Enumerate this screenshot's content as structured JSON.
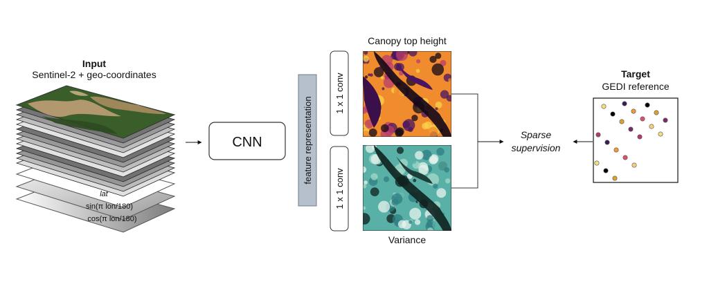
{
  "input": {
    "title": "Input",
    "subtitle": "Sentinel-2 + geo-coordinates",
    "layer_labels": [
      "lat",
      "sin(π lon/180)",
      "cos(π lon/180)"
    ]
  },
  "cnn": {
    "label": "CNN"
  },
  "feature": {
    "label": "feature representation"
  },
  "heads": {
    "top_conv": "1 x 1 conv",
    "bottom_conv": "1 x 1 conv"
  },
  "outputs": {
    "top_title": "Canopy top height",
    "bottom_title": "Variance"
  },
  "supervision": {
    "line1": "Sparse",
    "line2": "supervision"
  },
  "target": {
    "title": "Target",
    "subtitle": "GEDI reference",
    "point_colors": [
      "#f3e07a",
      "#000000",
      "#e0a030",
      "#7a2a6b",
      "#b23a6e",
      "#3a1c55",
      "#f09a3a",
      "#d9546a",
      "#f7d07a"
    ]
  },
  "colors": {
    "feature_box": "#b6c0cc",
    "feature_border": "#707c8a",
    "canopy_palette": [
      "#140818",
      "#4a1460",
      "#b83d6e",
      "#f08c2e",
      "#f9d34a"
    ],
    "variance_palette": [
      "#10221f",
      "#2f7f82",
      "#58b0a6",
      "#a6d9c8",
      "#e7f4ee"
    ]
  }
}
